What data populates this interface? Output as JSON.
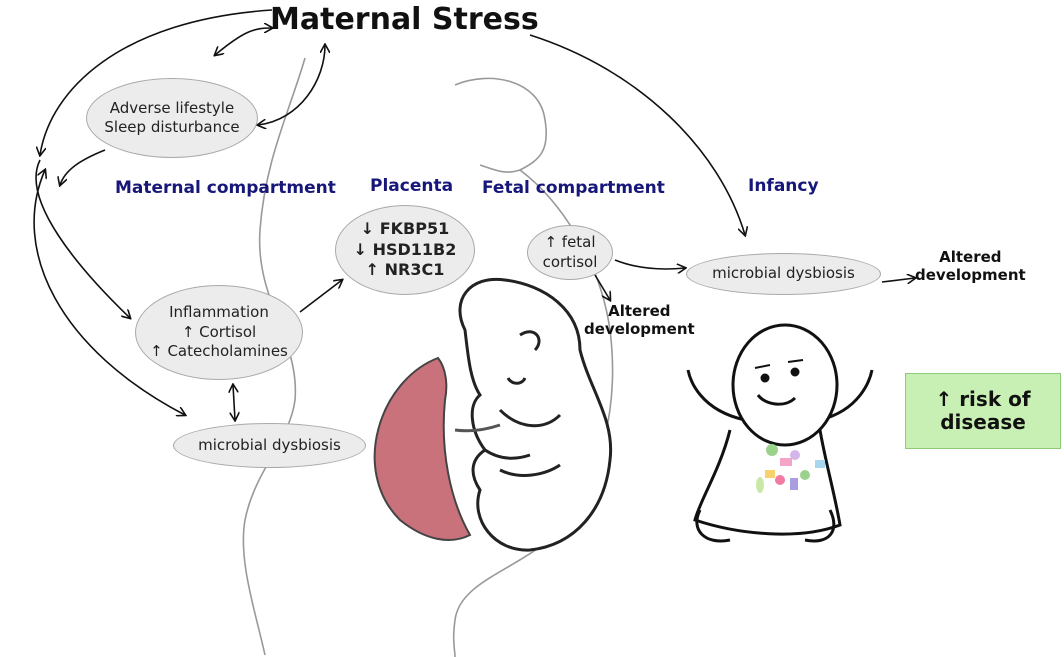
{
  "title": "Maternal Stress",
  "headers": {
    "maternal": "Maternal compartment",
    "placenta": "Placenta",
    "fetal": "Fetal compartment",
    "infancy": "Infancy"
  },
  "nodes": {
    "lifestyle": [
      "Adverse lifestyle",
      "Sleep disturbance"
    ],
    "inflammation": [
      "Inflammation",
      "↑ Cortisol",
      "↑ Catecholamines"
    ],
    "maternal_dysbiosis": "microbial dysbiosis",
    "placenta_genes": [
      "↓ FKBP51",
      "↓ HSD11B2",
      "↑ NR3C1"
    ],
    "fetal_cortisol": [
      "↑ fetal",
      "cortisol"
    ],
    "infant_dysbiosis": "microbial dysbiosis"
  },
  "outcomes": {
    "fetal_altered": [
      "Altered",
      "development"
    ],
    "infant_altered": [
      "Altered",
      "development"
    ],
    "risk": [
      "↑ risk of",
      "disease"
    ]
  },
  "colors": {
    "header": "#17177a",
    "node_fill": "#ececec",
    "risk_fill": "#c8f0b4",
    "placenta_fill": "#c9727c"
  }
}
